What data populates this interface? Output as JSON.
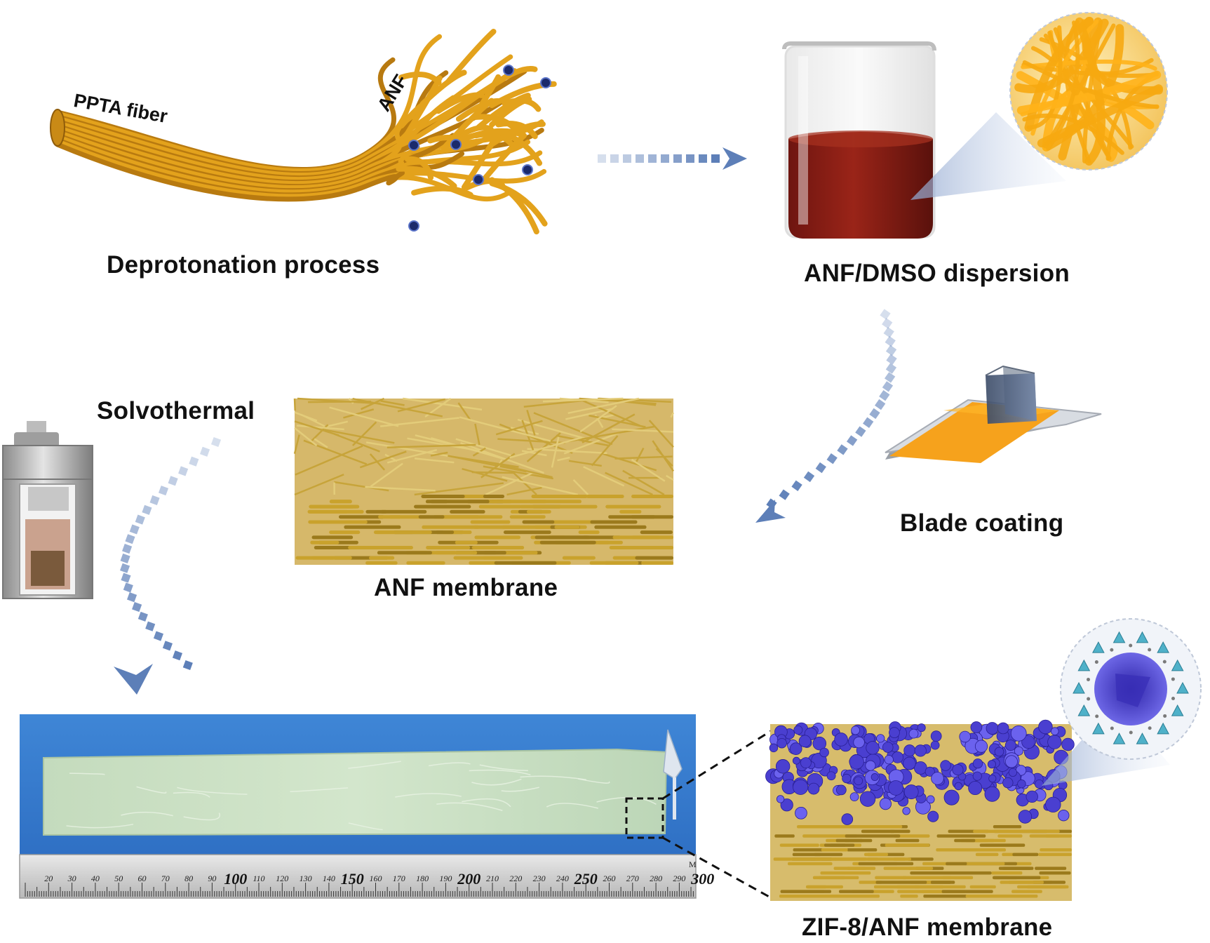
{
  "labels": {
    "ppta_fiber": "PPTA fiber",
    "anf": "ANF",
    "deprotonation": "Deprotonation process",
    "dispersion": "ANF/DMSO dispersion",
    "blade_coating": "Blade coating",
    "solvothermal": "Solvothermal",
    "anf_membrane": "ANF membrane",
    "zif_membrane": "ZIF-8/ANF membrane"
  },
  "ruler": {
    "major_ticks": [
      "100",
      "150",
      "200",
      "250",
      "300"
    ],
    "minor_ticks": [
      "20",
      "30",
      "40",
      "50",
      "60",
      "70",
      "80",
      "90",
      "110",
      "120",
      "130",
      "140",
      "160",
      "170",
      "180",
      "190",
      "210",
      "220",
      "230",
      "240",
      "260",
      "270",
      "280",
      "290"
    ],
    "unit": "M"
  },
  "colors": {
    "fiber": "#e3a21c",
    "fiber_dark": "#b87a10",
    "dispersion": "#8a1c14",
    "membrane_fiber": "#c9a531",
    "zif_crystal": "#4a3fd0",
    "arrow": "#5d7fb8",
    "photo_bg": "#3f86d6",
    "film": "#c9dec0"
  }
}
